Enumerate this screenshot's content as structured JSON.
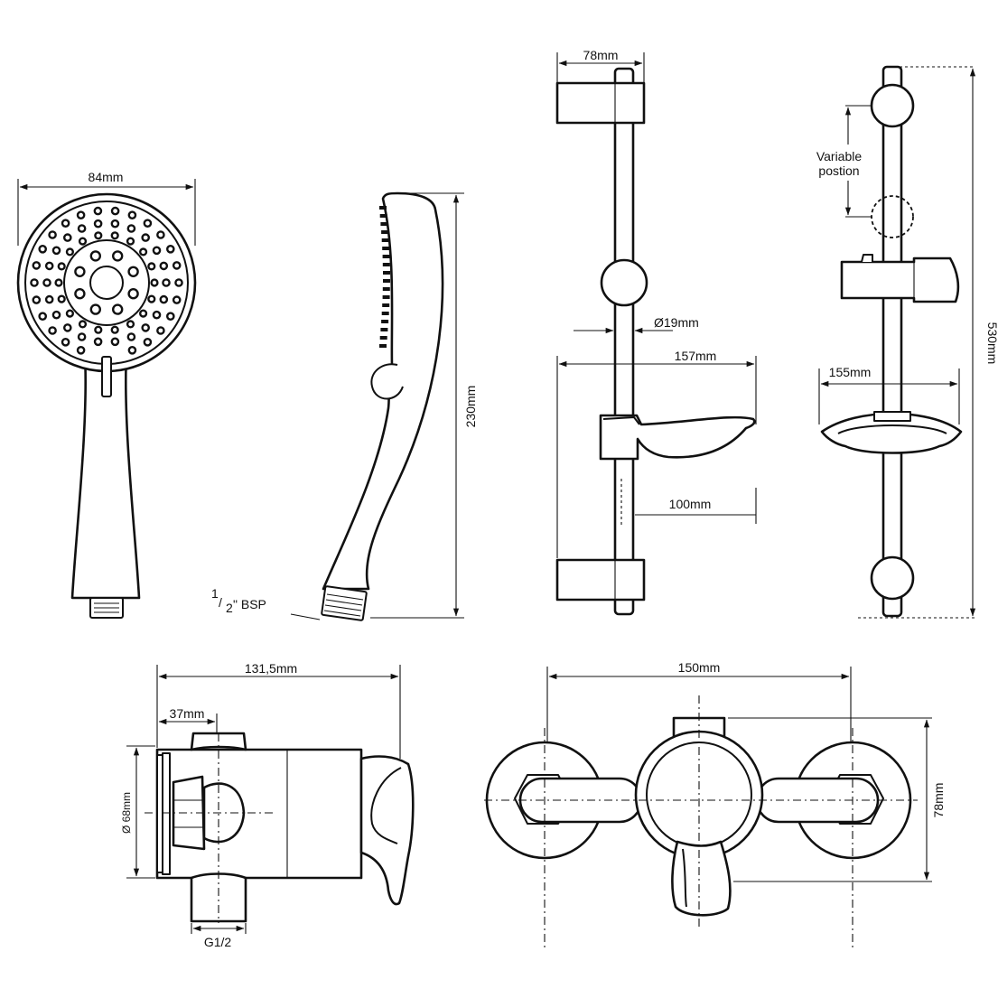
{
  "colors": {
    "line": "#111111",
    "background": "#ffffff"
  },
  "handset_front": {
    "width": "84mm"
  },
  "handset_side": {
    "length": "230mm",
    "thread": {
      "numerator": "1",
      "denominator": "2",
      "unit": "\" BSP"
    }
  },
  "riser_front": {
    "bracket_width": "78mm",
    "rail_diameter": "Ø19mm",
    "dish_width": "157mm",
    "offset": "100mm"
  },
  "riser_side": {
    "note_line1": "Variable",
    "note_line2": "postion",
    "dish_width": "155mm",
    "length": "530mm"
  },
  "valve_side": {
    "overall": "131,5mm",
    "inlet_offset": "37mm",
    "diameter": "Ø 68mm",
    "thread": "G1/2"
  },
  "valve_front": {
    "width": "150mm",
    "height": "78mm"
  }
}
